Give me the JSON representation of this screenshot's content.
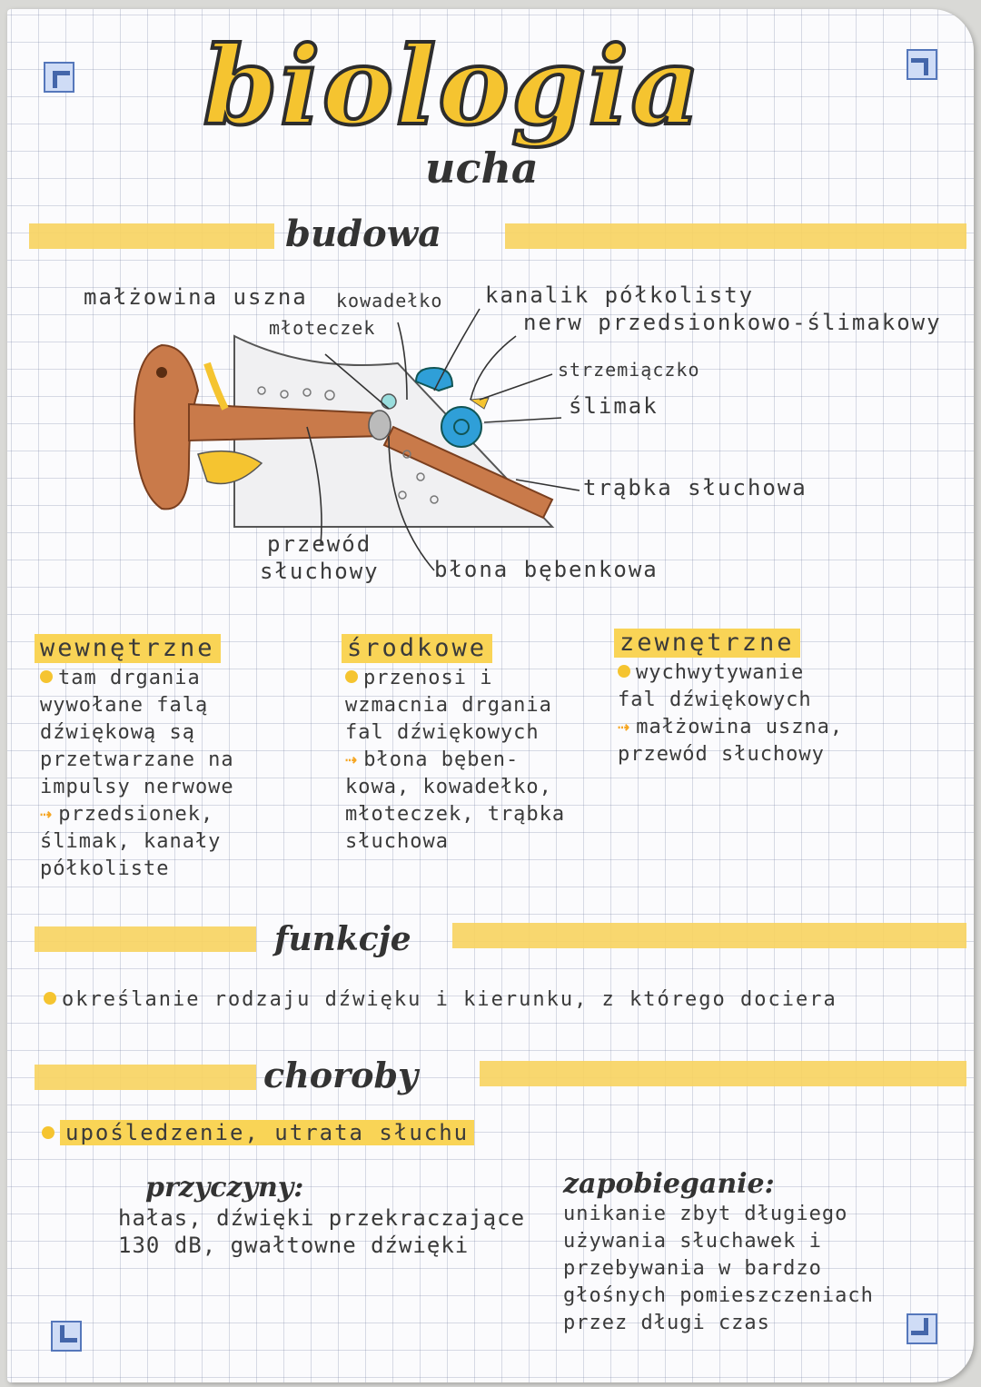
{
  "title": "biologia",
  "subtitle": "ucha",
  "sections": {
    "budowa": "budowa",
    "funkcje": "funkcje",
    "choroby": "choroby"
  },
  "diagram_labels": {
    "malzowina": "małżowina uszna",
    "kowadelko": "kowadełko",
    "mloteczek": "młoteczek",
    "kanalik": "kanalik półkolisty",
    "nerw": "nerw przedsionkowo-ślimakowy",
    "strzemiaczko": "strzemiączko",
    "slimak": "ślimak",
    "trabka": "trąbka słuchowa",
    "przewod_1": "przewód",
    "przewod_2": "słuchowy",
    "blona": "błona bębenkowa"
  },
  "columns": {
    "wewnetrzne": {
      "title": "wewnętrzne",
      "lines": [
        "tam drgania",
        "wywołane falą",
        "dźwiękową są",
        "przetwarzane na",
        "impulsy nerwowe"
      ],
      "arrow_lines": [
        "przedsionek,",
        "ślimak, kanały",
        "półkoliste"
      ]
    },
    "srodkowe": {
      "title": "środkowe",
      "lines": [
        "przenosi i",
        "wzmacnia drgania",
        "fal dźwiękowych"
      ],
      "arrow_lines": [
        "błona bęben-",
        "kowa, kowadełko,",
        "młoteczek, trąbka",
        "słuchowa"
      ]
    },
    "zewnetrzne": {
      "title": "zewnętrzne",
      "lines": [
        "wychwytywanie",
        "fal dźwiękowych"
      ],
      "arrow_lines": [
        "małżowina uszna,",
        "przewód słuchowy"
      ]
    }
  },
  "funkcje_text": "określanie rodzaju dźwięku i kierunku, z którego dociera",
  "choroby_text": "upośledzenie, utrata słuchu",
  "przyczyny": {
    "heading": "przyczyny:",
    "lines": [
      "hałas, dźwięki przekraczające",
      "130 dB, gwałtowne dźwięki"
    ]
  },
  "zapobieganie": {
    "heading": "zapobieganie:",
    "lines": [
      "unikanie zbyt długiego",
      "używania słuchawek i",
      "przebywania w bardzo",
      "głośnych pomieszczeniach",
      "przez długi czas"
    ]
  },
  "colors": {
    "highlight": "#f5c430",
    "ear_skin": "#c97a4a",
    "inner_ear": "#2f9fd8",
    "ink": "#333333"
  }
}
